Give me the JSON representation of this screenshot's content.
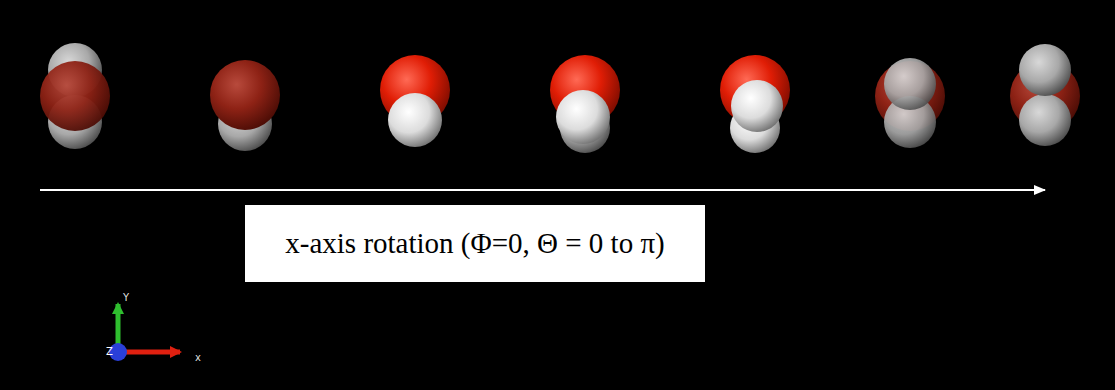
{
  "diagram": {
    "nodes": [
      {
        "text": [
          "x-axis rotation (Φ=0, Θ = 0 to π)"
        ]
      }
    ],
    "labels": [
      "Y",
      "Z",
      "x"
    ]
  }
}
